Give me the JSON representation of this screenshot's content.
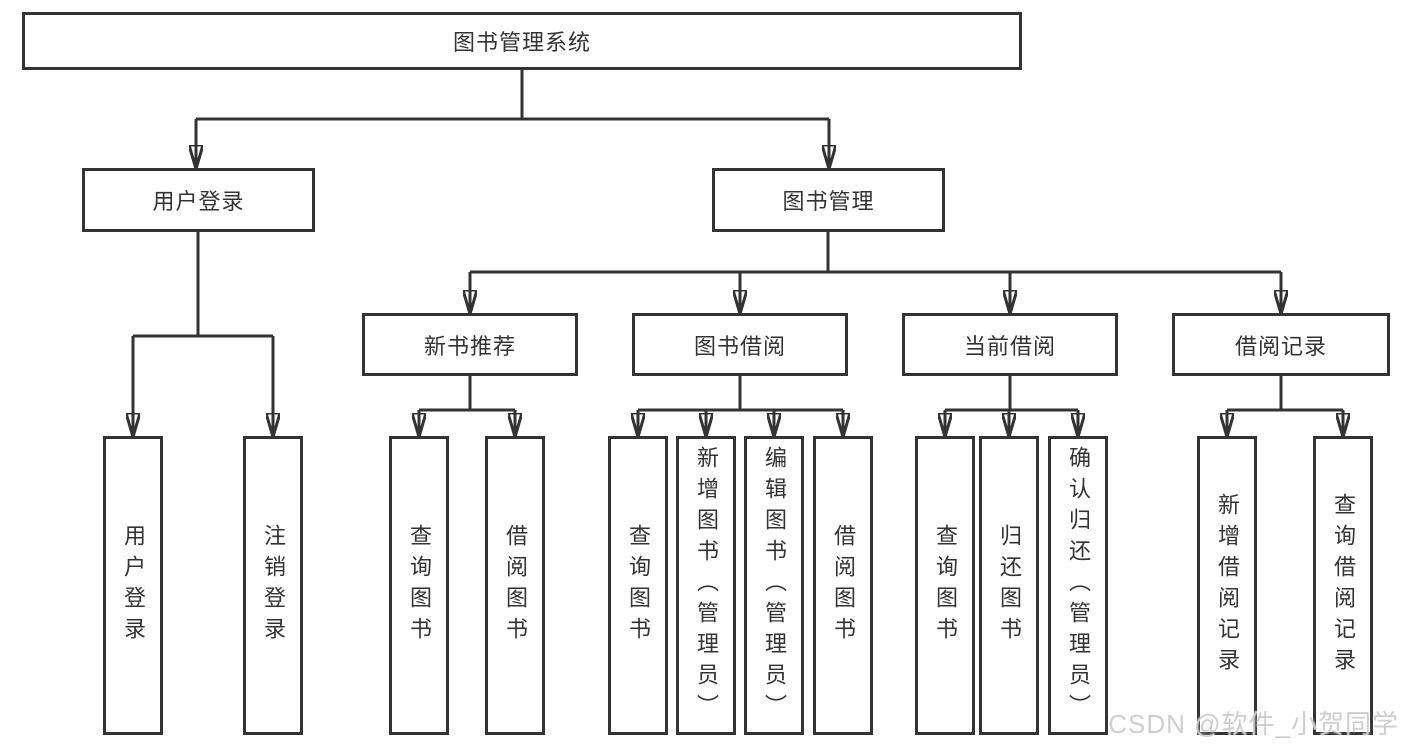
{
  "diagram": {
    "root": {
      "label": "图书管理系统"
    },
    "level2": [
      {
        "label": "用户登录"
      },
      {
        "label": "图书管理"
      }
    ],
    "level3": [
      {
        "label": "新书推荐"
      },
      {
        "label": "图书借阅"
      },
      {
        "label": "当前借阅"
      },
      {
        "label": "借阅记录"
      }
    ],
    "leaves": [
      {
        "label": "用户登录"
      },
      {
        "label": "注销登录"
      },
      {
        "label": "查询图书"
      },
      {
        "label": "借阅图书"
      },
      {
        "label": "查询图书"
      },
      {
        "label": "新增图书（管理员）"
      },
      {
        "label": "编辑图书（管理员）"
      },
      {
        "label": "借阅图书"
      },
      {
        "label": "查询图书"
      },
      {
        "label": "归还图书"
      },
      {
        "label": "确认归还（管理员）"
      },
      {
        "label": "新增借阅记录"
      },
      {
        "label": "查询借阅记录"
      }
    ]
  },
  "watermark": {
    "text": "CSDN @软件_小贺同学"
  },
  "colors": {
    "line": "#333333",
    "text": "#333333",
    "background": "#ffffff",
    "watermark": "#cbcbcb"
  }
}
